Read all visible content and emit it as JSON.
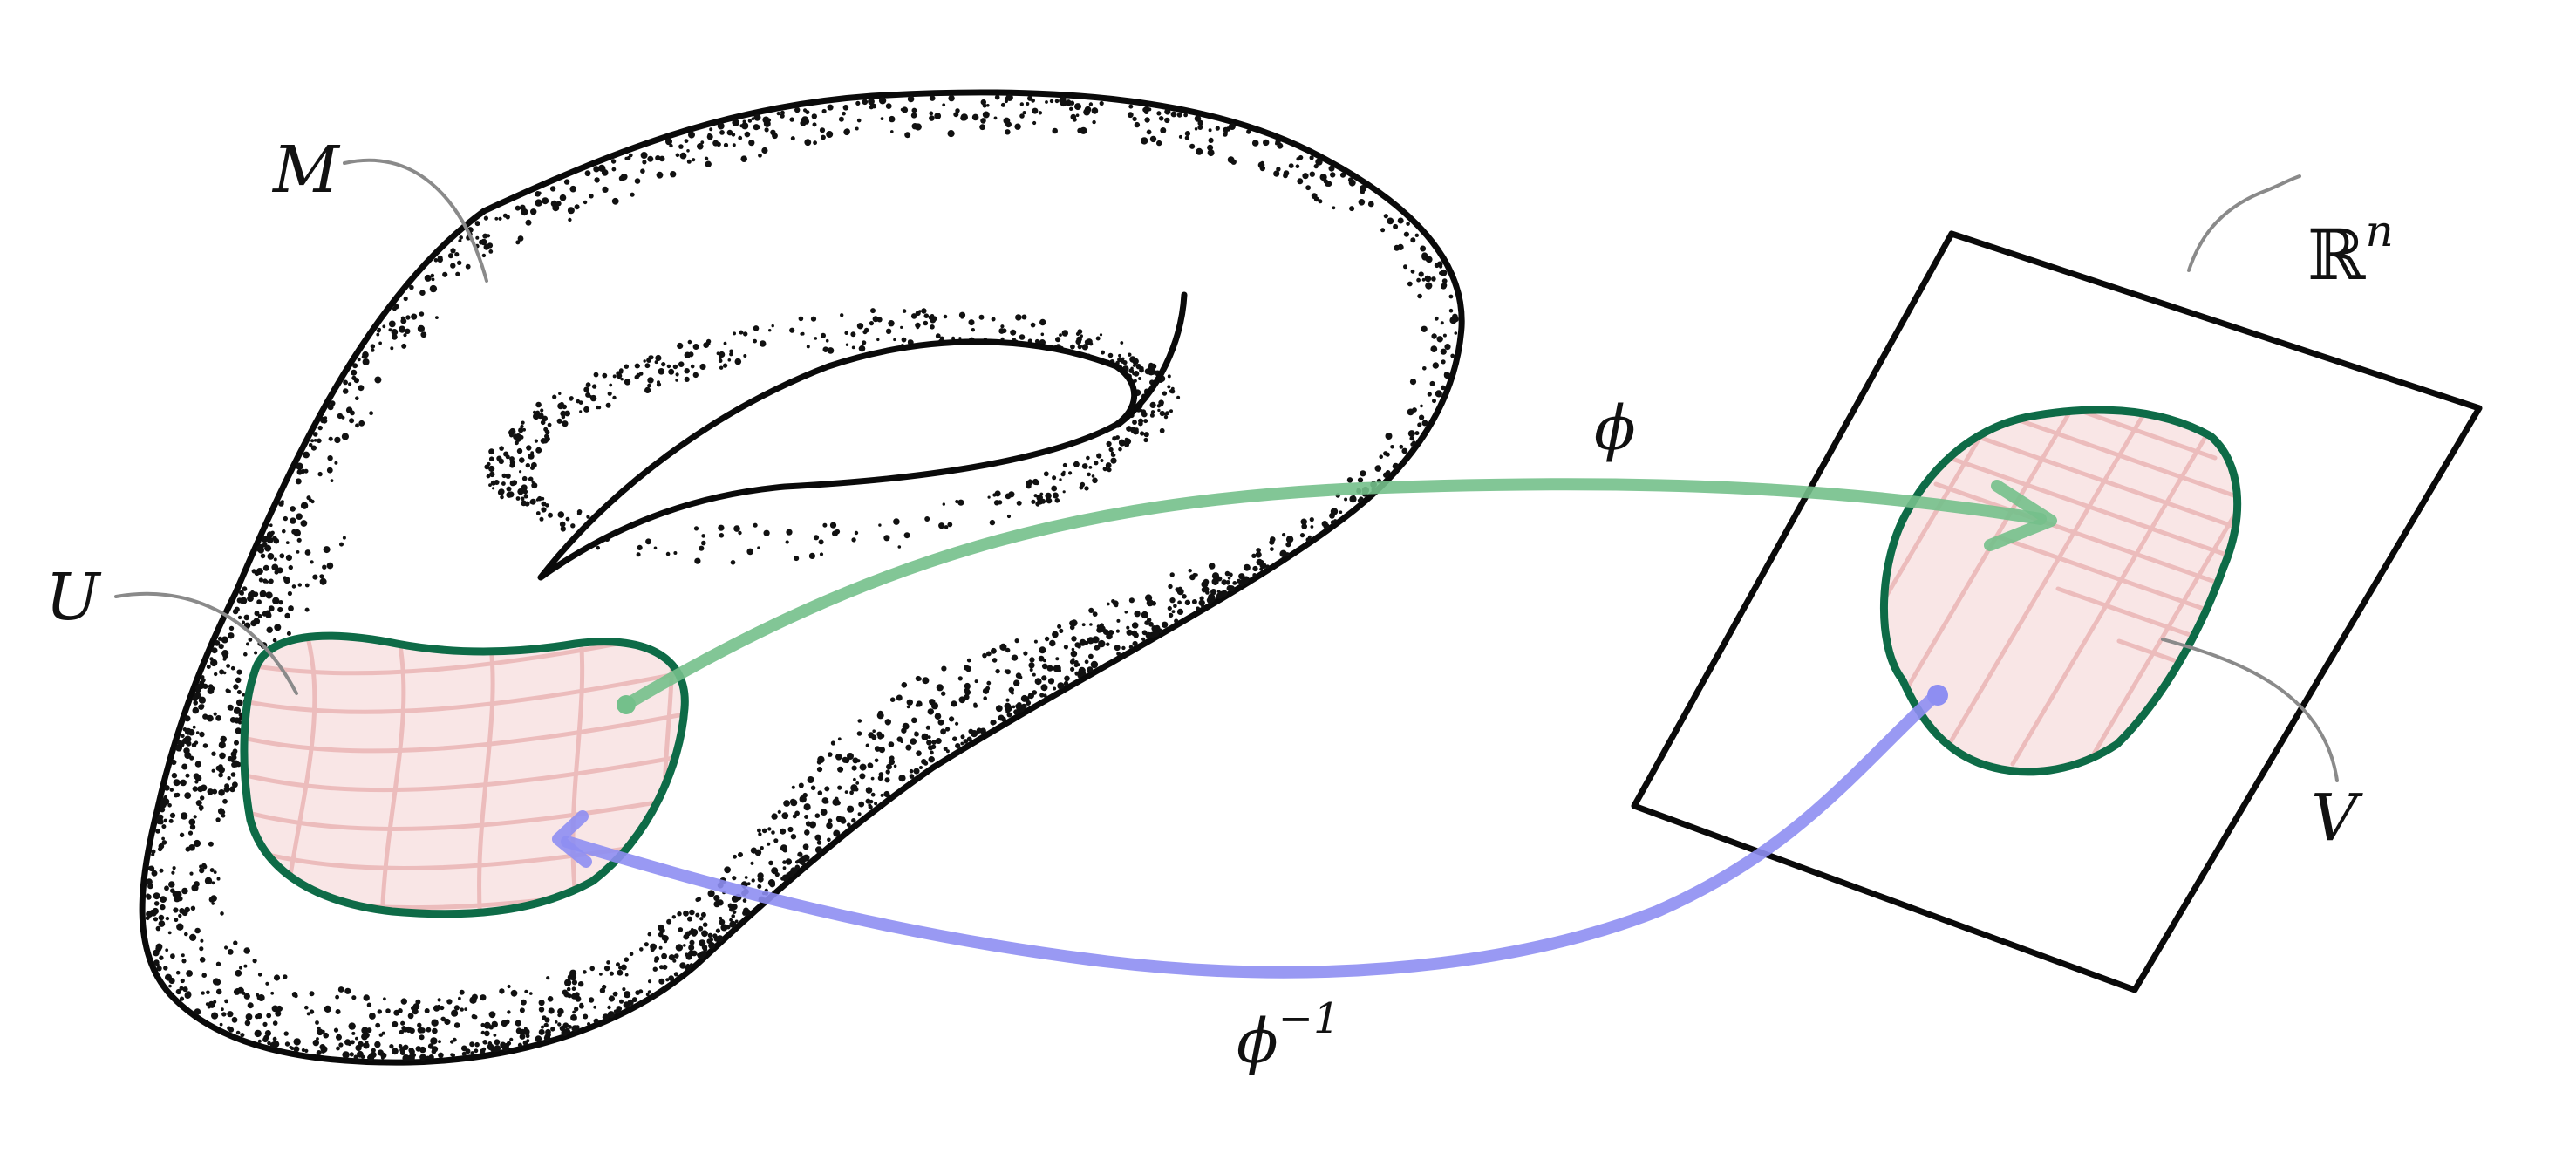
{
  "labels": {
    "manifold": "M",
    "chart_domain": "U",
    "euclidean_space": "ℝ",
    "euclidean_exponent": "n",
    "image_set": "V",
    "chart_map": "ϕ",
    "inverse_map": "ϕ",
    "inverse_exponent": "−1"
  },
  "colors": {
    "outline": "#0a0a0a",
    "region_border": "#0e6b47",
    "grid": "#ecbcbc",
    "grid_fill": "#f9e6e6",
    "forward_arrow": "#74c08b",
    "inverse_arrow": "#8e8ef2",
    "leader": "#8a8a8a"
  },
  "icons": {
    "manifold": "genus-one-surface-sketch",
    "plane": "tilted-plane-sketch"
  }
}
